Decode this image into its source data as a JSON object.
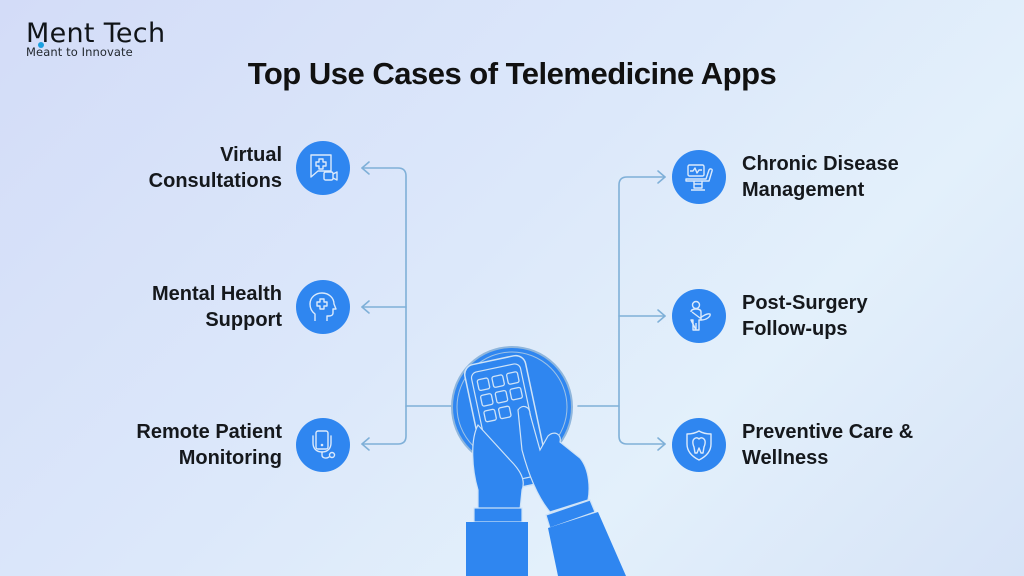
{
  "logo": {
    "name": "Ment Tech",
    "tagline": "Meant to Innovate"
  },
  "title": "Top Use Cases of Telemedicine Apps",
  "colors": {
    "accent": "#2f86f0",
    "connector": "#7fb0d8",
    "text": "#15181c"
  },
  "left_items": [
    {
      "line1": "Virtual",
      "line2": "Consultations",
      "icon": "video-consultation-icon"
    },
    {
      "line1": "Mental Health",
      "line2": "Support",
      "icon": "mental-health-icon"
    },
    {
      "line1": "Remote Patient",
      "line2": "Monitoring",
      "icon": "remote-monitoring-icon"
    }
  ],
  "right_items": [
    {
      "line1": "Chronic Disease",
      "line2": "Management",
      "icon": "medical-chair-monitor-icon"
    },
    {
      "line1": "Post-Surgery",
      "line2": "Follow-ups",
      "icon": "patient-sling-icon"
    },
    {
      "line1": "Preventive Care &",
      "line2": "Wellness",
      "icon": "tooth-shield-icon"
    }
  ],
  "center_illustration": "hands-holding-phone-icon"
}
